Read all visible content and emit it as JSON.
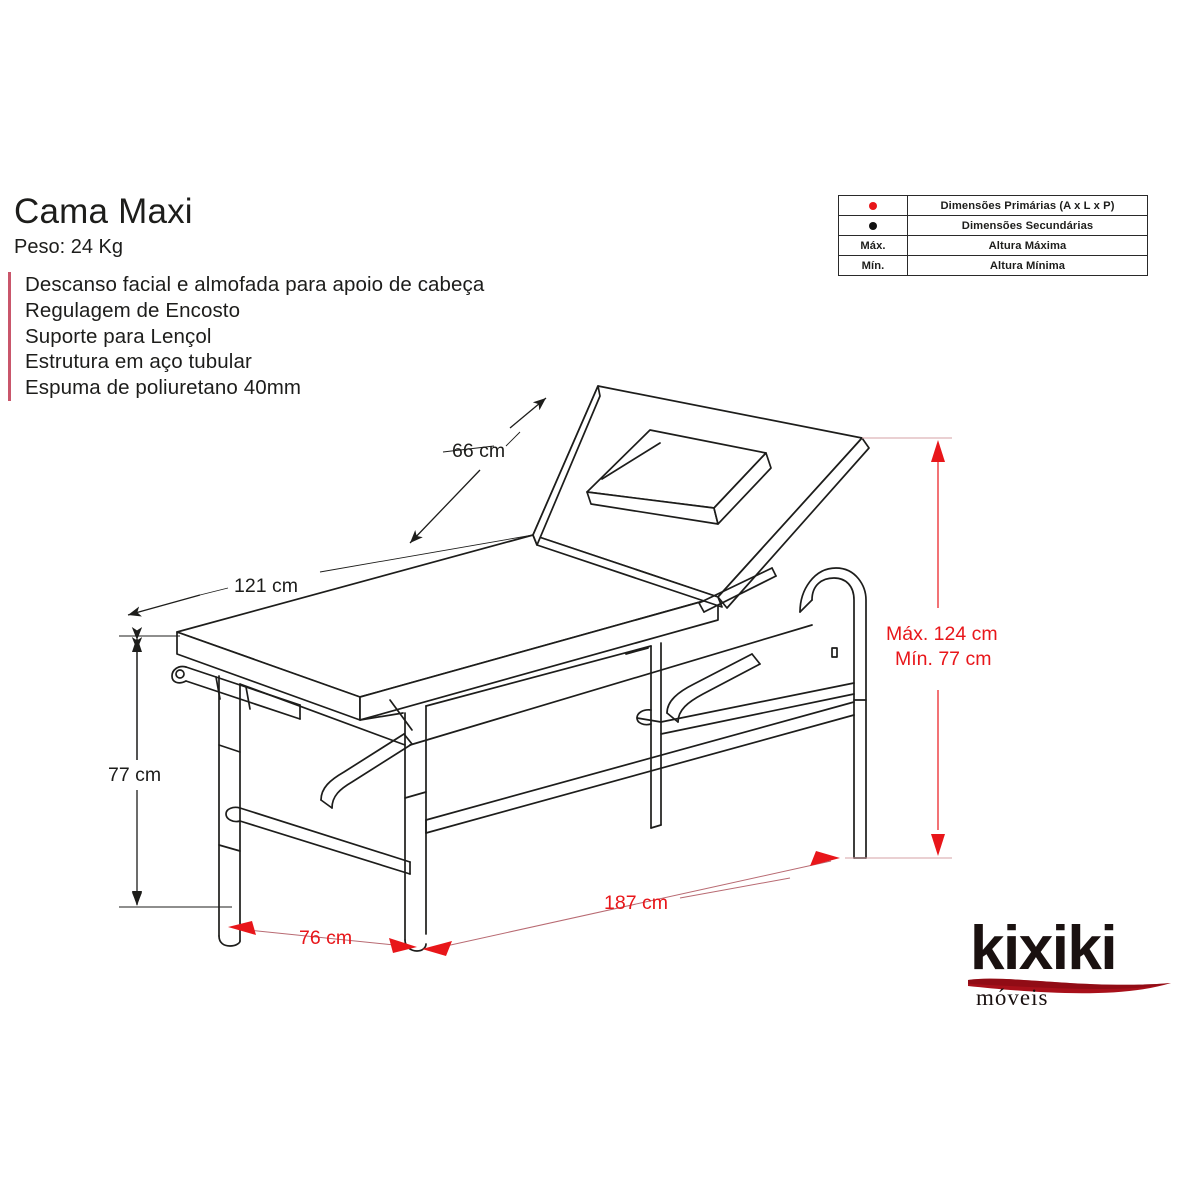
{
  "product": {
    "title": "Cama Maxi",
    "weight_label": "Peso: 24  Kg",
    "features": [
      "Descanso facial e almofada para apoio de cabeça",
      "Regulagem de Encosto",
      "Suporte para Lençol",
      "Estrutura em aço tubular",
      "Espuma de poliuretano 40mm"
    ]
  },
  "legend": {
    "rows": [
      {
        "symbol": "red-dot",
        "symbol_text": "",
        "description": "Dimensões Primárias (A x L x P)"
      },
      {
        "symbol": "black-dot",
        "symbol_text": "",
        "description": "Dimensões Secundárias"
      },
      {
        "symbol": "text",
        "symbol_text": "Máx.",
        "description": "Altura Máxima"
      },
      {
        "symbol": "text",
        "symbol_text": "Mín.",
        "description": "Altura Mínima"
      }
    ]
  },
  "dimensions": {
    "depth_backrest": "66 cm",
    "width_top": "121 cm",
    "height_secondary": "77 cm",
    "height_max": "Máx. 124 cm",
    "height_min": "Mín. 77 cm",
    "depth_base": "76 cm",
    "length_base": "187 cm"
  },
  "brand": {
    "wordmark": "kixiki",
    "subtext": "móveis"
  },
  "colors": {
    "primary_dimension": "#e8161a",
    "secondary_dimension": "#1d1d1b",
    "accent_bar": "#c9566b",
    "logo_swoosh": "#a8101a",
    "line": "#1d1d1b"
  }
}
